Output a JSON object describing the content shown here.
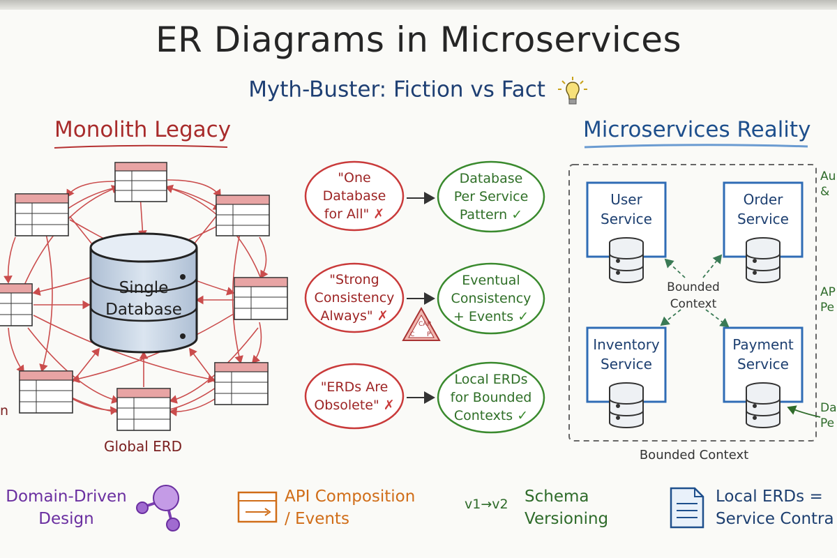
{
  "header": {
    "title": "ER Diagrams in Microservices",
    "subtitle": "Myth-Buster: Fiction vs Fact"
  },
  "left_panel": {
    "heading": "Monolith Legacy",
    "database_label_line1": "Single",
    "database_label_line2": "Database",
    "caption": "Global ERD",
    "edge_text": "n"
  },
  "myths_facts": [
    {
      "myth_line1": "\"One",
      "myth_line2": "Database",
      "myth_line3": "for All\"",
      "myth_mark": "✗",
      "fact_line1": "Database",
      "fact_line2": "Per Service",
      "fact_line3": "Pattern",
      "fact_mark": "✓"
    },
    {
      "myth_line1": "\"Strong",
      "myth_line2": "Consistency",
      "myth_line3": "Always\"",
      "myth_mark": "✗",
      "fact_line1": "Eventual",
      "fact_line2": "Consistency",
      "fact_line3": "+ Events",
      "fact_mark": "✓"
    },
    {
      "myth_line1": "\"ERDs Are",
      "myth_line2": "Obsolete\"",
      "myth_line3": "",
      "myth_mark": "✗",
      "fact_line1": "Local ERDs",
      "fact_line2": "for Bounded",
      "fact_line3": "Contexts",
      "fact_mark": "✓"
    }
  ],
  "cap_badge": {
    "letters": "CAP"
  },
  "right_panel": {
    "heading": "Microservices Reality",
    "services": [
      {
        "line1": "User",
        "line2": "Service"
      },
      {
        "line1": "Order",
        "line2": "Service"
      },
      {
        "line1": "Inventory",
        "line2": "Service"
      },
      {
        "line1": "Payment",
        "line2": "Service"
      }
    ],
    "center_line1": "Bounded",
    "center_line2": "Context",
    "boundary_label": "Bounded Context",
    "edge_labels": [
      {
        "line1": "Au",
        "line2": "&"
      },
      {
        "line1": "AP",
        "line2": "Pe"
      },
      {
        "line1": "Da",
        "line2": "Pe"
      }
    ]
  },
  "footer": {
    "ddd_line1": "Domain-Driven",
    "ddd_line2": "Design",
    "api_line1": "API Composition",
    "api_line2": "/ Events",
    "versioning_prefix": "v1→v2",
    "versioning_line1": "Schema",
    "versioning_line2": "Versioning",
    "erd_line1": "Local ERDs =",
    "erd_line2": "Service Contra"
  },
  "colors": {
    "monolith_red": "#a82b2b",
    "micro_blue": "#1e4f8c",
    "fact_green": "#3a8a2e",
    "ddd_purple": "#6a2fa0",
    "api_orange": "#d06d18"
  },
  "icons": [
    "lightbulb-icon",
    "database-icon",
    "table-icon",
    "arrow-right-icon",
    "cap-triangle-icon",
    "molecule-icon",
    "api-panel-icon",
    "document-icon"
  ]
}
